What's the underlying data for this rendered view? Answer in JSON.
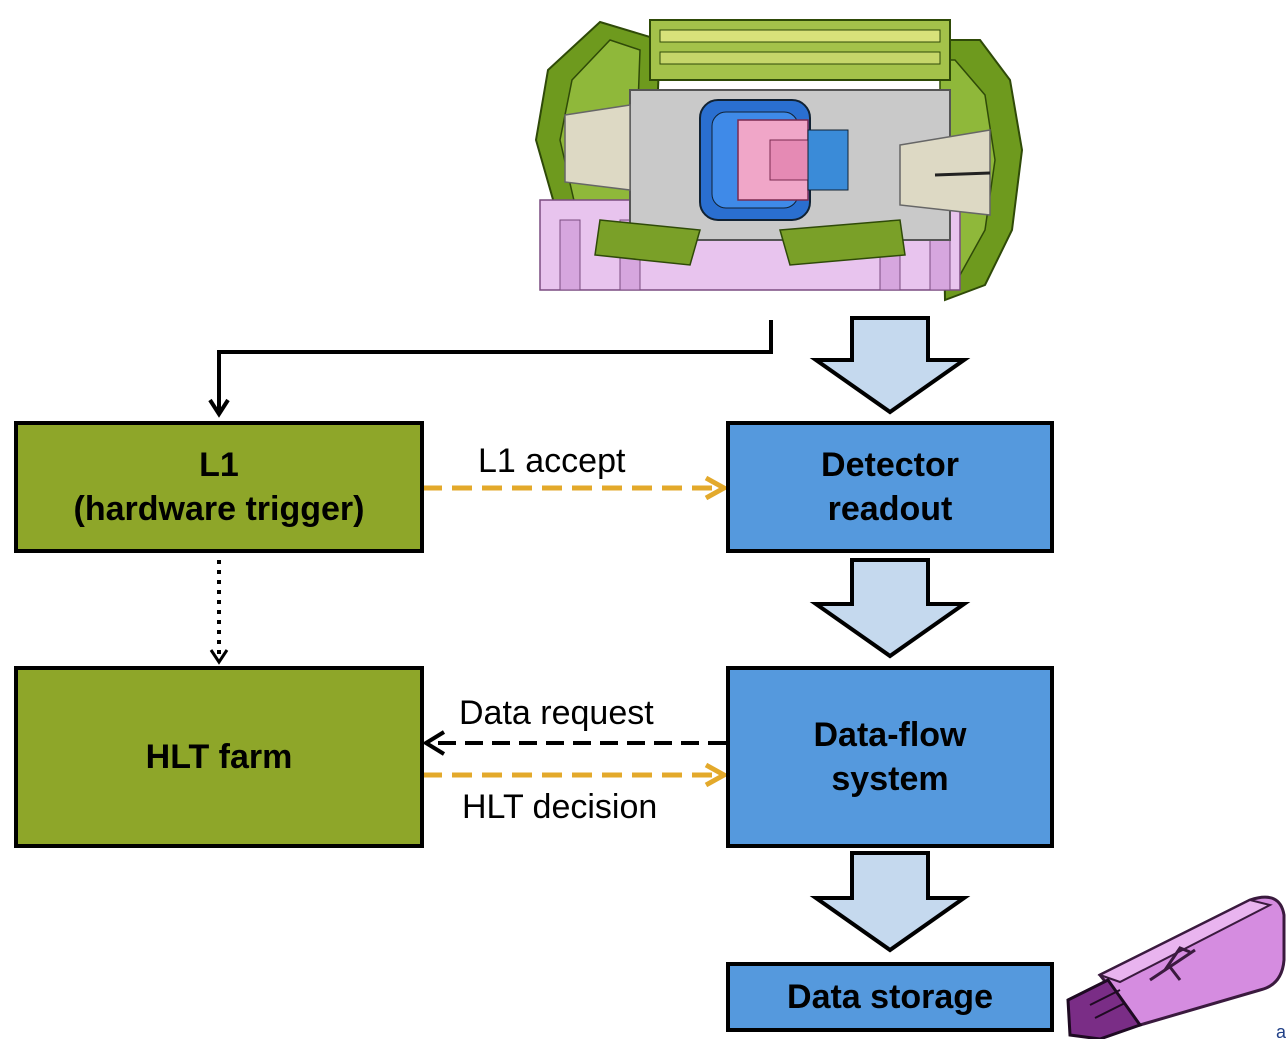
{
  "nodes": {
    "l1": {
      "line1": "L1",
      "line2": "(hardware trigger)"
    },
    "hlt": {
      "label": "HLT farm"
    },
    "detector_readout": {
      "line1": "Detector",
      "line2": "readout"
    },
    "dataflow": {
      "line1": "Data-flow",
      "line2": "system"
    },
    "storage": {
      "label": "Data storage"
    }
  },
  "edges": {
    "l1_accept": "L1 accept",
    "data_request": "Data request",
    "hlt_decision": "HLT decision"
  },
  "colors": {
    "trigger_box": "#8ea629",
    "data_box": "#5599dd",
    "block_arrow": "#c5d9ee",
    "dashed_orange": "#e3a92b"
  },
  "icons": {
    "detector": "atlas-detector-illustration",
    "storage": "usb-flash-drive-icon"
  },
  "corner_mark": "a"
}
